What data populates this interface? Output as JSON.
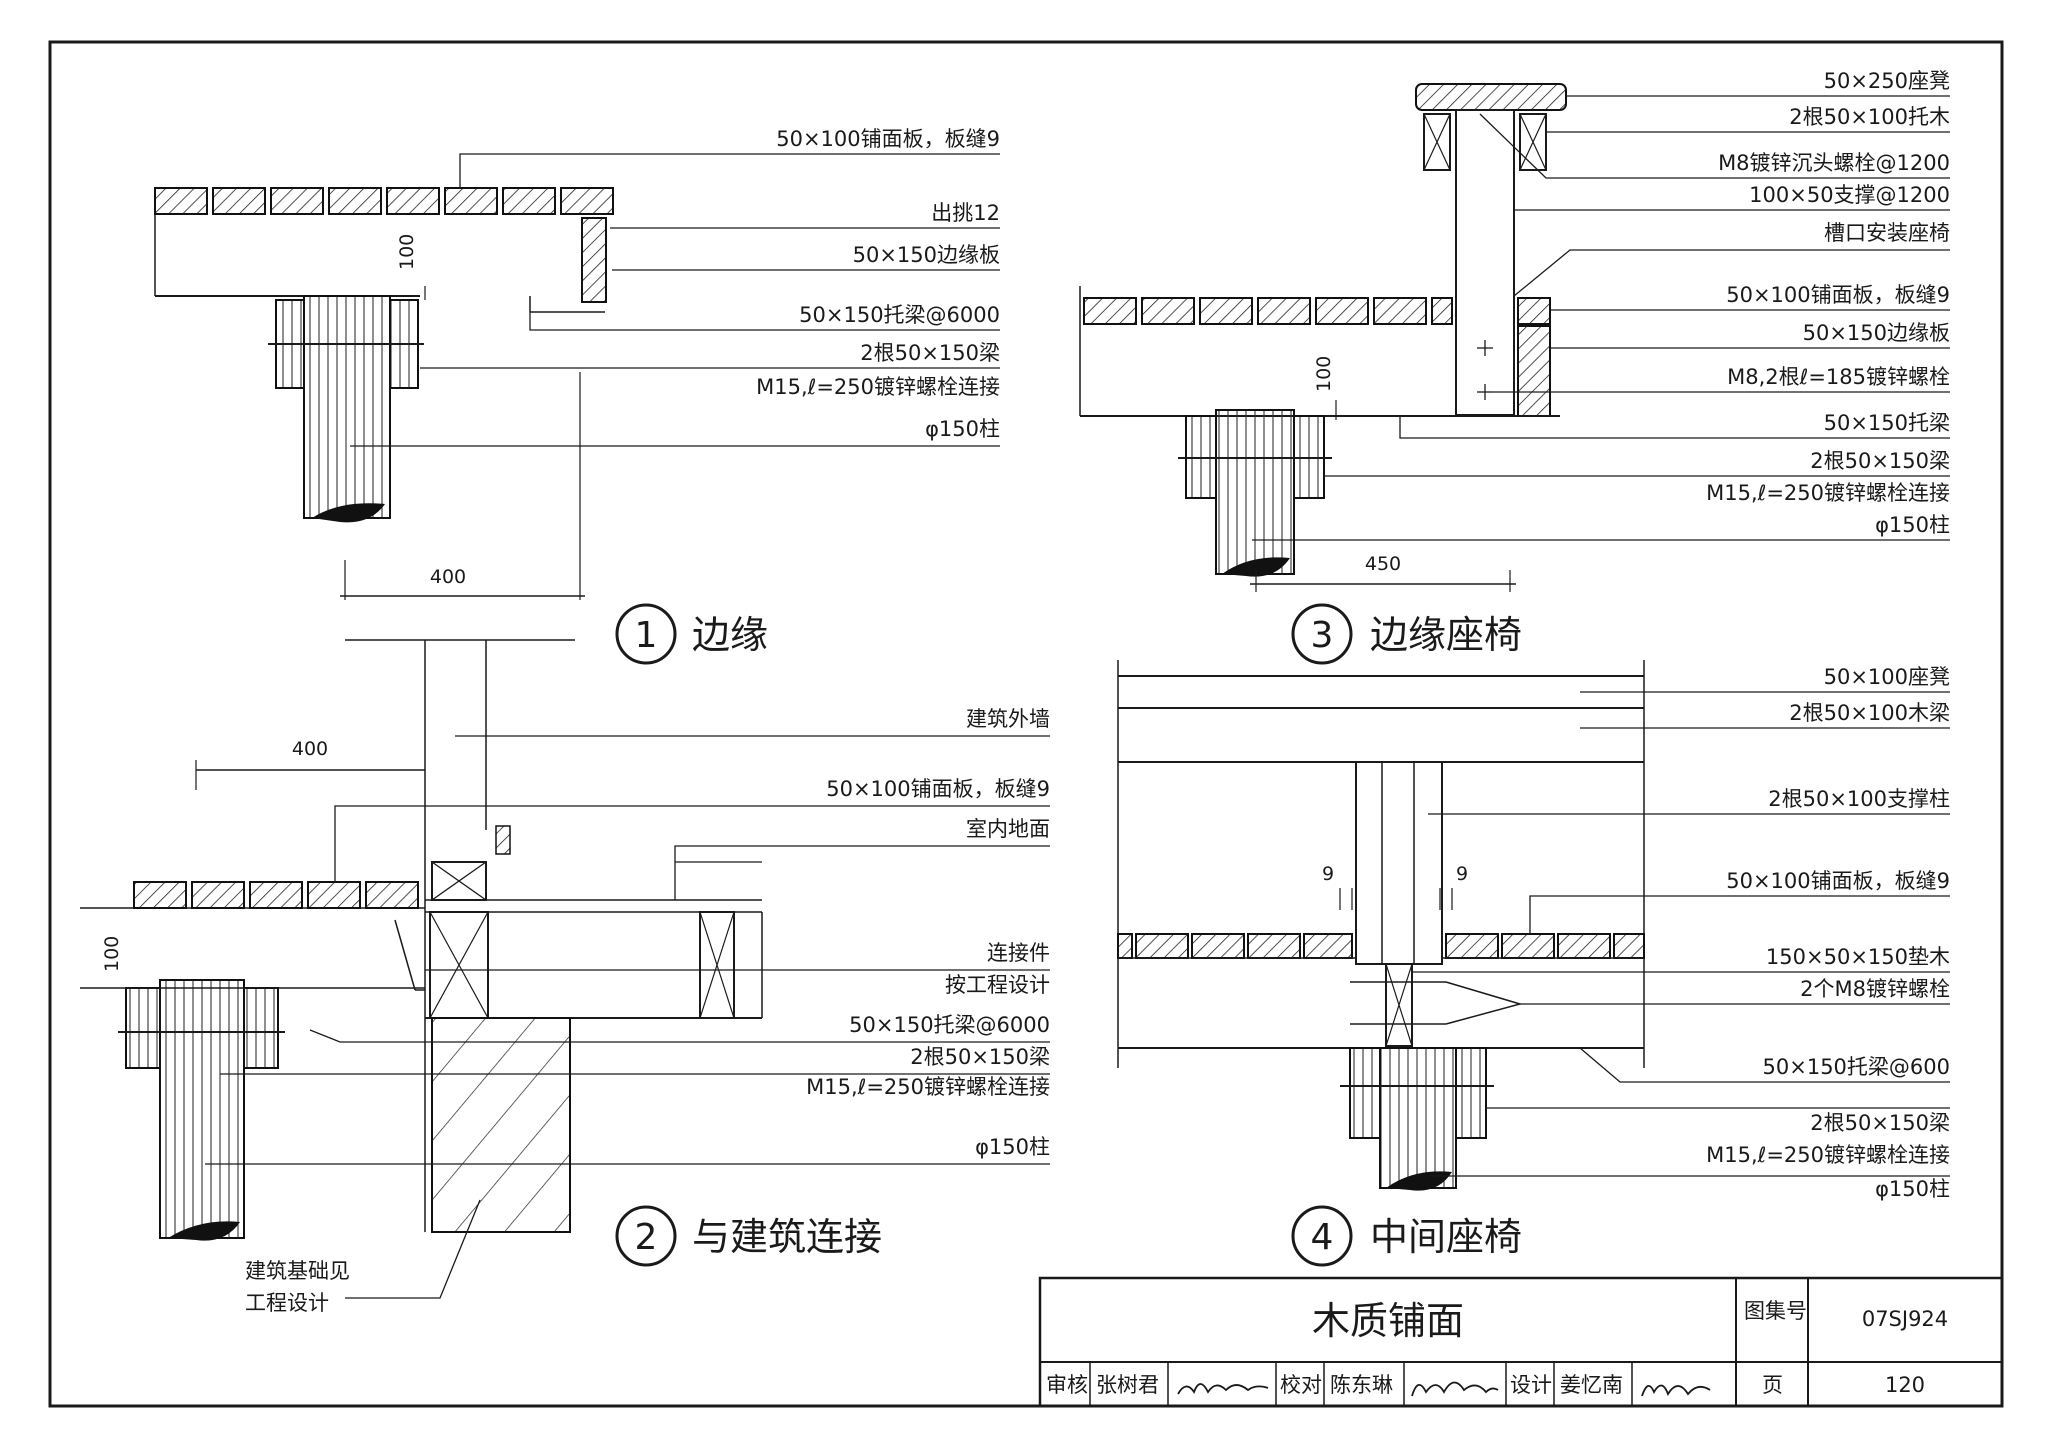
{
  "detail1": {
    "number": "1",
    "title": "边缘",
    "dim": "400",
    "dim_small": "100",
    "labels": [
      "50×100铺面板，板缝9",
      "出挑12",
      "50×150边缘板",
      "50×150托梁@6000",
      "2根50×150梁",
      "M15,ℓ=250镀锌螺栓连接",
      "φ150柱"
    ]
  },
  "detail2": {
    "number": "2",
    "title": "与建筑连接",
    "dim": "400",
    "dim_small": "100",
    "labels": [
      "建筑外墙",
      "50×100铺面板，板缝9",
      "室内地面",
      "连接件",
      "按工程设计",
      "50×150托梁@6000",
      "2根50×150梁",
      "M15,ℓ=250镀锌螺栓连接",
      "φ150柱"
    ],
    "foundation_note": [
      "建筑基础见",
      "工程设计"
    ]
  },
  "detail3": {
    "number": "3",
    "title": "边缘座椅",
    "dim": "450",
    "dim_small": "100",
    "labels": [
      "50×250座凳",
      "2根50×100托木",
      "M8镀锌沉头螺栓@1200",
      "100×50支撑@1200",
      "槽口安装座椅",
      "50×100铺面板，板缝9",
      "50×150边缘板",
      "M8,2根ℓ=185镀锌螺栓",
      "50×150托梁",
      "2根50×150梁",
      "M15,ℓ=250镀锌螺栓连接",
      "φ150柱"
    ]
  },
  "detail4": {
    "number": "4",
    "title": "中间座椅",
    "dim_left": "9",
    "dim_right": "9",
    "labels": [
      "50×100座凳",
      "2根50×100木梁",
      "2根50×100支撑柱",
      "50×100铺面板，板缝9",
      "150×50×150垫木",
      "2个M8镀锌螺栓",
      "50×150托梁@600",
      "2根50×150梁",
      "M15,ℓ=250镀锌螺栓连接",
      "φ150柱"
    ]
  },
  "title_block": {
    "drawing_title": "木质铺面",
    "atlas_label": "图集号",
    "atlas_no": "07SJ924",
    "review_label": "审核",
    "reviewer": "张树君",
    "check_label": "校对",
    "checker": "陈东琳",
    "design_label": "设计",
    "designer": "姜忆南",
    "page_label": "页",
    "page_no": "120"
  }
}
